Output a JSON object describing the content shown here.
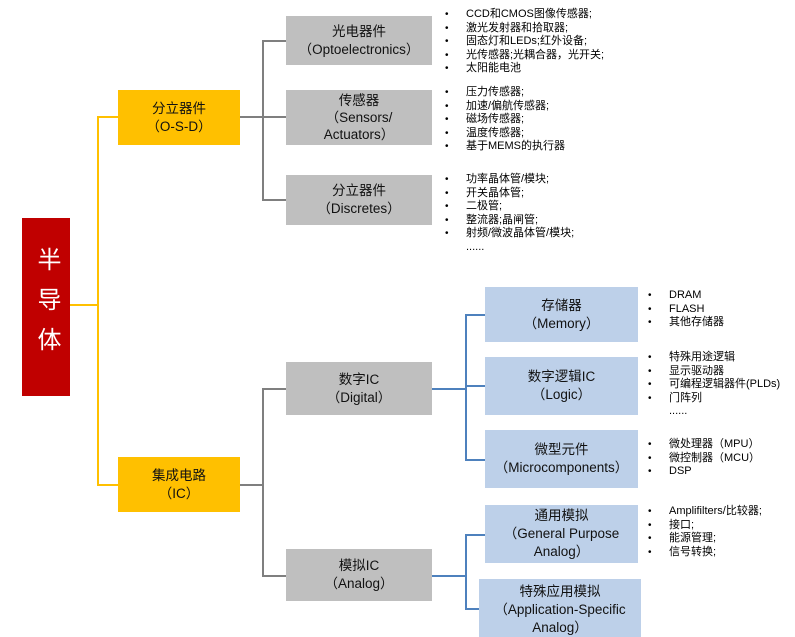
{
  "diagram": {
    "colors": {
      "root_red": "#C00000",
      "level1_yellow": "#FFC000",
      "level2_gray": "#BFBFBF",
      "level3_blue": "#BDD0E9",
      "line_gray": "#7F7F7F",
      "line_blue": "#4E81BD"
    },
    "root": {
      "label": "半导体"
    },
    "nodes": {
      "osd": {
        "lines": [
          "分立器件",
          "（O-S-D）"
        ]
      },
      "ic": {
        "lines": [
          "集成电路",
          "（IC）"
        ]
      },
      "opto": {
        "lines": [
          "光电器件",
          "（Optoelectronics）"
        ],
        "bullets": [
          "CCD和CMOS图像传感器;",
          "激光发射器和拾取器;",
          "固态灯和LEDs;红外设备;",
          "光传感器;光耦合器，光开关;",
          "太阳能电池"
        ]
      },
      "sensors": {
        "lines": [
          "传感器",
          "（Sensors/",
          "Actuators）"
        ],
        "bullets": [
          "压力传感器;",
          "加速/偏航传感器;",
          "磁场传感器;",
          "温度传感器;",
          "基于MEMS的执行器"
        ]
      },
      "discretes": {
        "lines": [
          "分立器件",
          "（Discretes）"
        ],
        "bullets": [
          "功率晶体管/模块;",
          "开关晶体管;",
          "二极管;",
          "整流器;晶闸管;",
          "射频/微波晶体管/模块;",
          "......"
        ]
      },
      "digital": {
        "lines": [
          "数字IC",
          "（Digital）"
        ]
      },
      "analog": {
        "lines": [
          "模拟IC",
          "（Analog）"
        ]
      },
      "memory": {
        "lines": [
          "存储器",
          "（Memory）"
        ],
        "bullets": [
          "DRAM",
          "FLASH",
          "其他存储器"
        ]
      },
      "logic": {
        "lines": [
          "数字逻辑IC",
          "（Logic）"
        ],
        "bullets": [
          "特殊用途逻辑",
          "显示驱动器",
          "可编程逻辑器件(PLDs)",
          "门阵列",
          "......"
        ]
      },
      "micro": {
        "lines": [
          "微型元件",
          "（Microcomponents）"
        ],
        "bullets": [
          "微处理器（MPU）",
          "微控制器（MCU）",
          "DSP"
        ]
      },
      "gp_analog": {
        "lines": [
          "通用模拟",
          "（General Purpose",
          "Analog）"
        ],
        "bullets": [
          "Amplifilters/比较器;",
          "接口;",
          "能源管理;",
          "信号转换;"
        ]
      },
      "as_analog": {
        "lines": [
          "特殊应用模拟",
          "（Application-Specific",
          "Analog）"
        ]
      }
    }
  }
}
